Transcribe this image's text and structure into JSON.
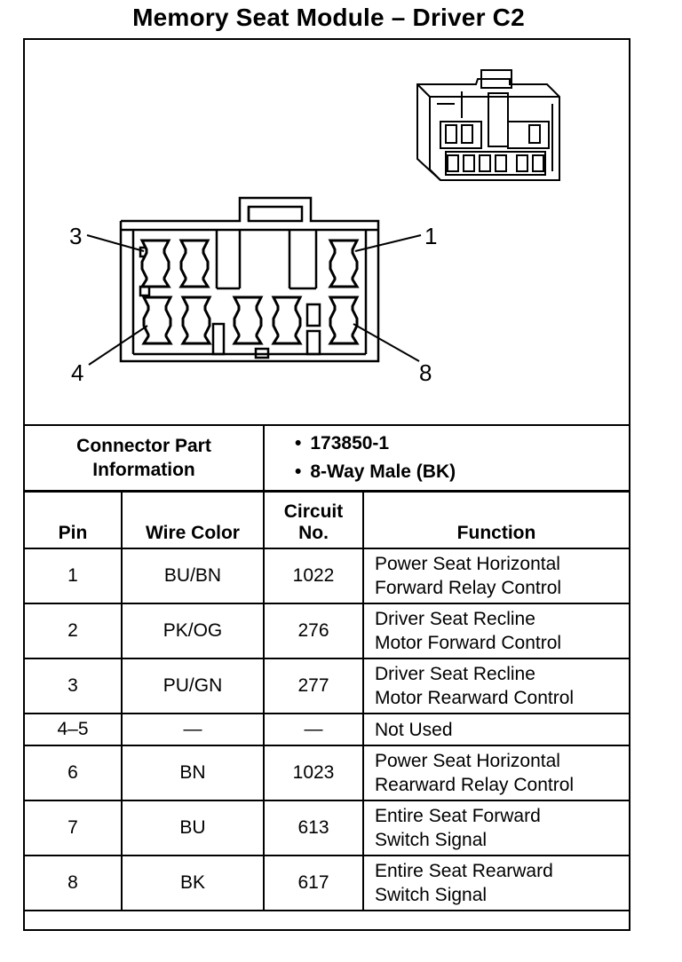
{
  "title": "Memory Seat Module – Driver C2",
  "diagram": {
    "callouts": [
      "3",
      "1",
      "4",
      "8"
    ]
  },
  "connector_info": {
    "label_line1": "Connector Part",
    "label_line2": "Information",
    "items": [
      "173850-1",
      "8-Way Male (BK)"
    ]
  },
  "table": {
    "headers": {
      "pin": "Pin",
      "wire_color": "Wire Color",
      "circuit_line1": "Circuit",
      "circuit_line2": "No.",
      "function": "Function"
    },
    "rows": [
      {
        "pin": "1",
        "wire": "BU/BN",
        "circuit": "1022",
        "f1": "Power Seat Horizontal",
        "f2": "Forward Relay Control"
      },
      {
        "pin": "2",
        "wire": "PK/OG",
        "circuit": "276",
        "f1": "Driver Seat Recline",
        "f2": "Motor Forward Control"
      },
      {
        "pin": "3",
        "wire": "PU/GN",
        "circuit": "277",
        "f1": "Driver Seat Recline",
        "f2": "Motor Rearward Control"
      },
      {
        "pin": "4–5",
        "wire": "—",
        "circuit": "—",
        "f1": "Not Used",
        "f2": ""
      },
      {
        "pin": "6",
        "wire": "BN",
        "circuit": "1023",
        "f1": "Power Seat Horizontal",
        "f2": "Rearward Relay Control"
      },
      {
        "pin": "7",
        "wire": "BU",
        "circuit": "613",
        "f1": "Entire Seat Forward",
        "f2": "Switch Signal"
      },
      {
        "pin": "8",
        "wire": "BK",
        "circuit": "617",
        "f1": "Entire Seat Rearward",
        "f2": "Switch Signal"
      }
    ]
  }
}
